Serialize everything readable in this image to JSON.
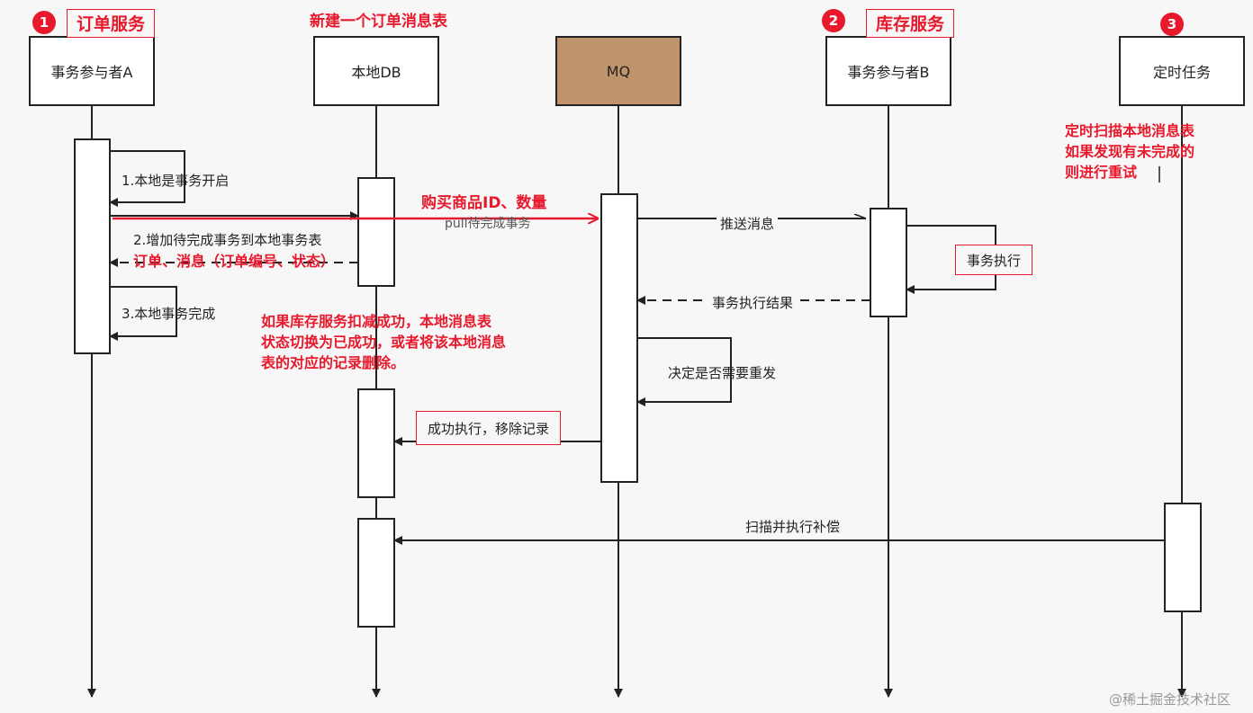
{
  "participants": {
    "a": "事务参与者A",
    "db": "本地DB",
    "mq": "MQ",
    "b": "事务参与者B",
    "timer": "定时任务"
  },
  "badges": {
    "one": "1",
    "two": "2",
    "three": "3"
  },
  "titles": {
    "order_service": "订单服务",
    "new_table": "新建一个订单消息表",
    "stock_service": "库存服务"
  },
  "messages": {
    "step1": "1.本地是事务开启",
    "buy": "购买商品ID、数量",
    "pull": "pull待完成事务",
    "step2": "2.增加待完成事务到本地事务表",
    "step2_detail": "订单、消息（订单编号、状态）",
    "push": "推送消息",
    "exec": "事务执行",
    "exec_result": "事务执行结果",
    "step3": "3.本地事务完成",
    "decide": "决定是否需要重发",
    "success_remove": "成功执行，移除记录",
    "scan": "扫描并执行补偿"
  },
  "notes": {
    "timer_line1": "定时扫描本地消息表",
    "timer_line2": "如果发现有未完成的",
    "timer_line3": "则进行重试",
    "stock_line1": "如果库存服务扣减成功，本地消息表",
    "stock_line2": "状态切换为已成功，或者将该本地消息",
    "stock_line3": "表的对应的记录删除。"
  },
  "watermark": "@稀土掘金技术社区",
  "colors": {
    "accent_red": "#e8192c",
    "mq_fill": "#c0946a",
    "line": "#222222"
  }
}
